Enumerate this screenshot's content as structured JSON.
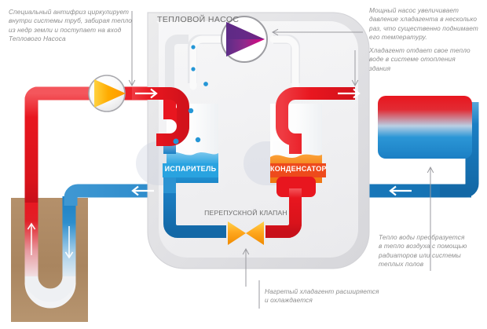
{
  "diagram": {
    "title_block": "ТЕПЛОВОЙ НАСОС",
    "components": {
      "evaporator_label": "ИСПАРИТЕЛЬ",
      "condenser_label": "КОНДЕНСАТОР",
      "expansion_valve_label": "ПЕРЕПУСКНОЙ КЛАПАН"
    },
    "annotations": {
      "top_left": "Специальный антифриз циркулирует\nвнутри системы труб, забирая тепло\nиз недр земли и поступает на вход\nТеплового Насоса",
      "top_right_1": "Мощный насос увеличивает\nдавление хладагента в несколько\nраз, что существенно поднимает\nего температуру.",
      "top_right_2": "Хладагент отдает свое тепло\nводе в системе отопления\nздания",
      "right_bottom": "Тепло воды преобразуется\nв тепло воздуха с помощью\nрадиаторов или системы\nтеплых полов",
      "bottom_center": "Нагретый хладагент расширяется\nи охлаждается"
    },
    "colors": {
      "hot_red": "#e8161f",
      "cold_blue": "#1b7fc4",
      "soil_brown": "#b08968",
      "housing_grey": "#e3e3e6",
      "tank_blue": "#29a3e0",
      "tank_orange": "#f07d1b",
      "pump_orange": "#ffb400",
      "compressor_purple": "#7b2a8e",
      "compressor_magenta": "#e5007e",
      "text_grey": "#8d8d8d"
    },
    "icons": {
      "circulation_pump": "pump-icon",
      "compressor": "compressor-icon",
      "expansion_valve": "bowtie-valve-icon",
      "radiator": "radiator-icon",
      "ground_loop": "ground-loop-icon"
    }
  }
}
